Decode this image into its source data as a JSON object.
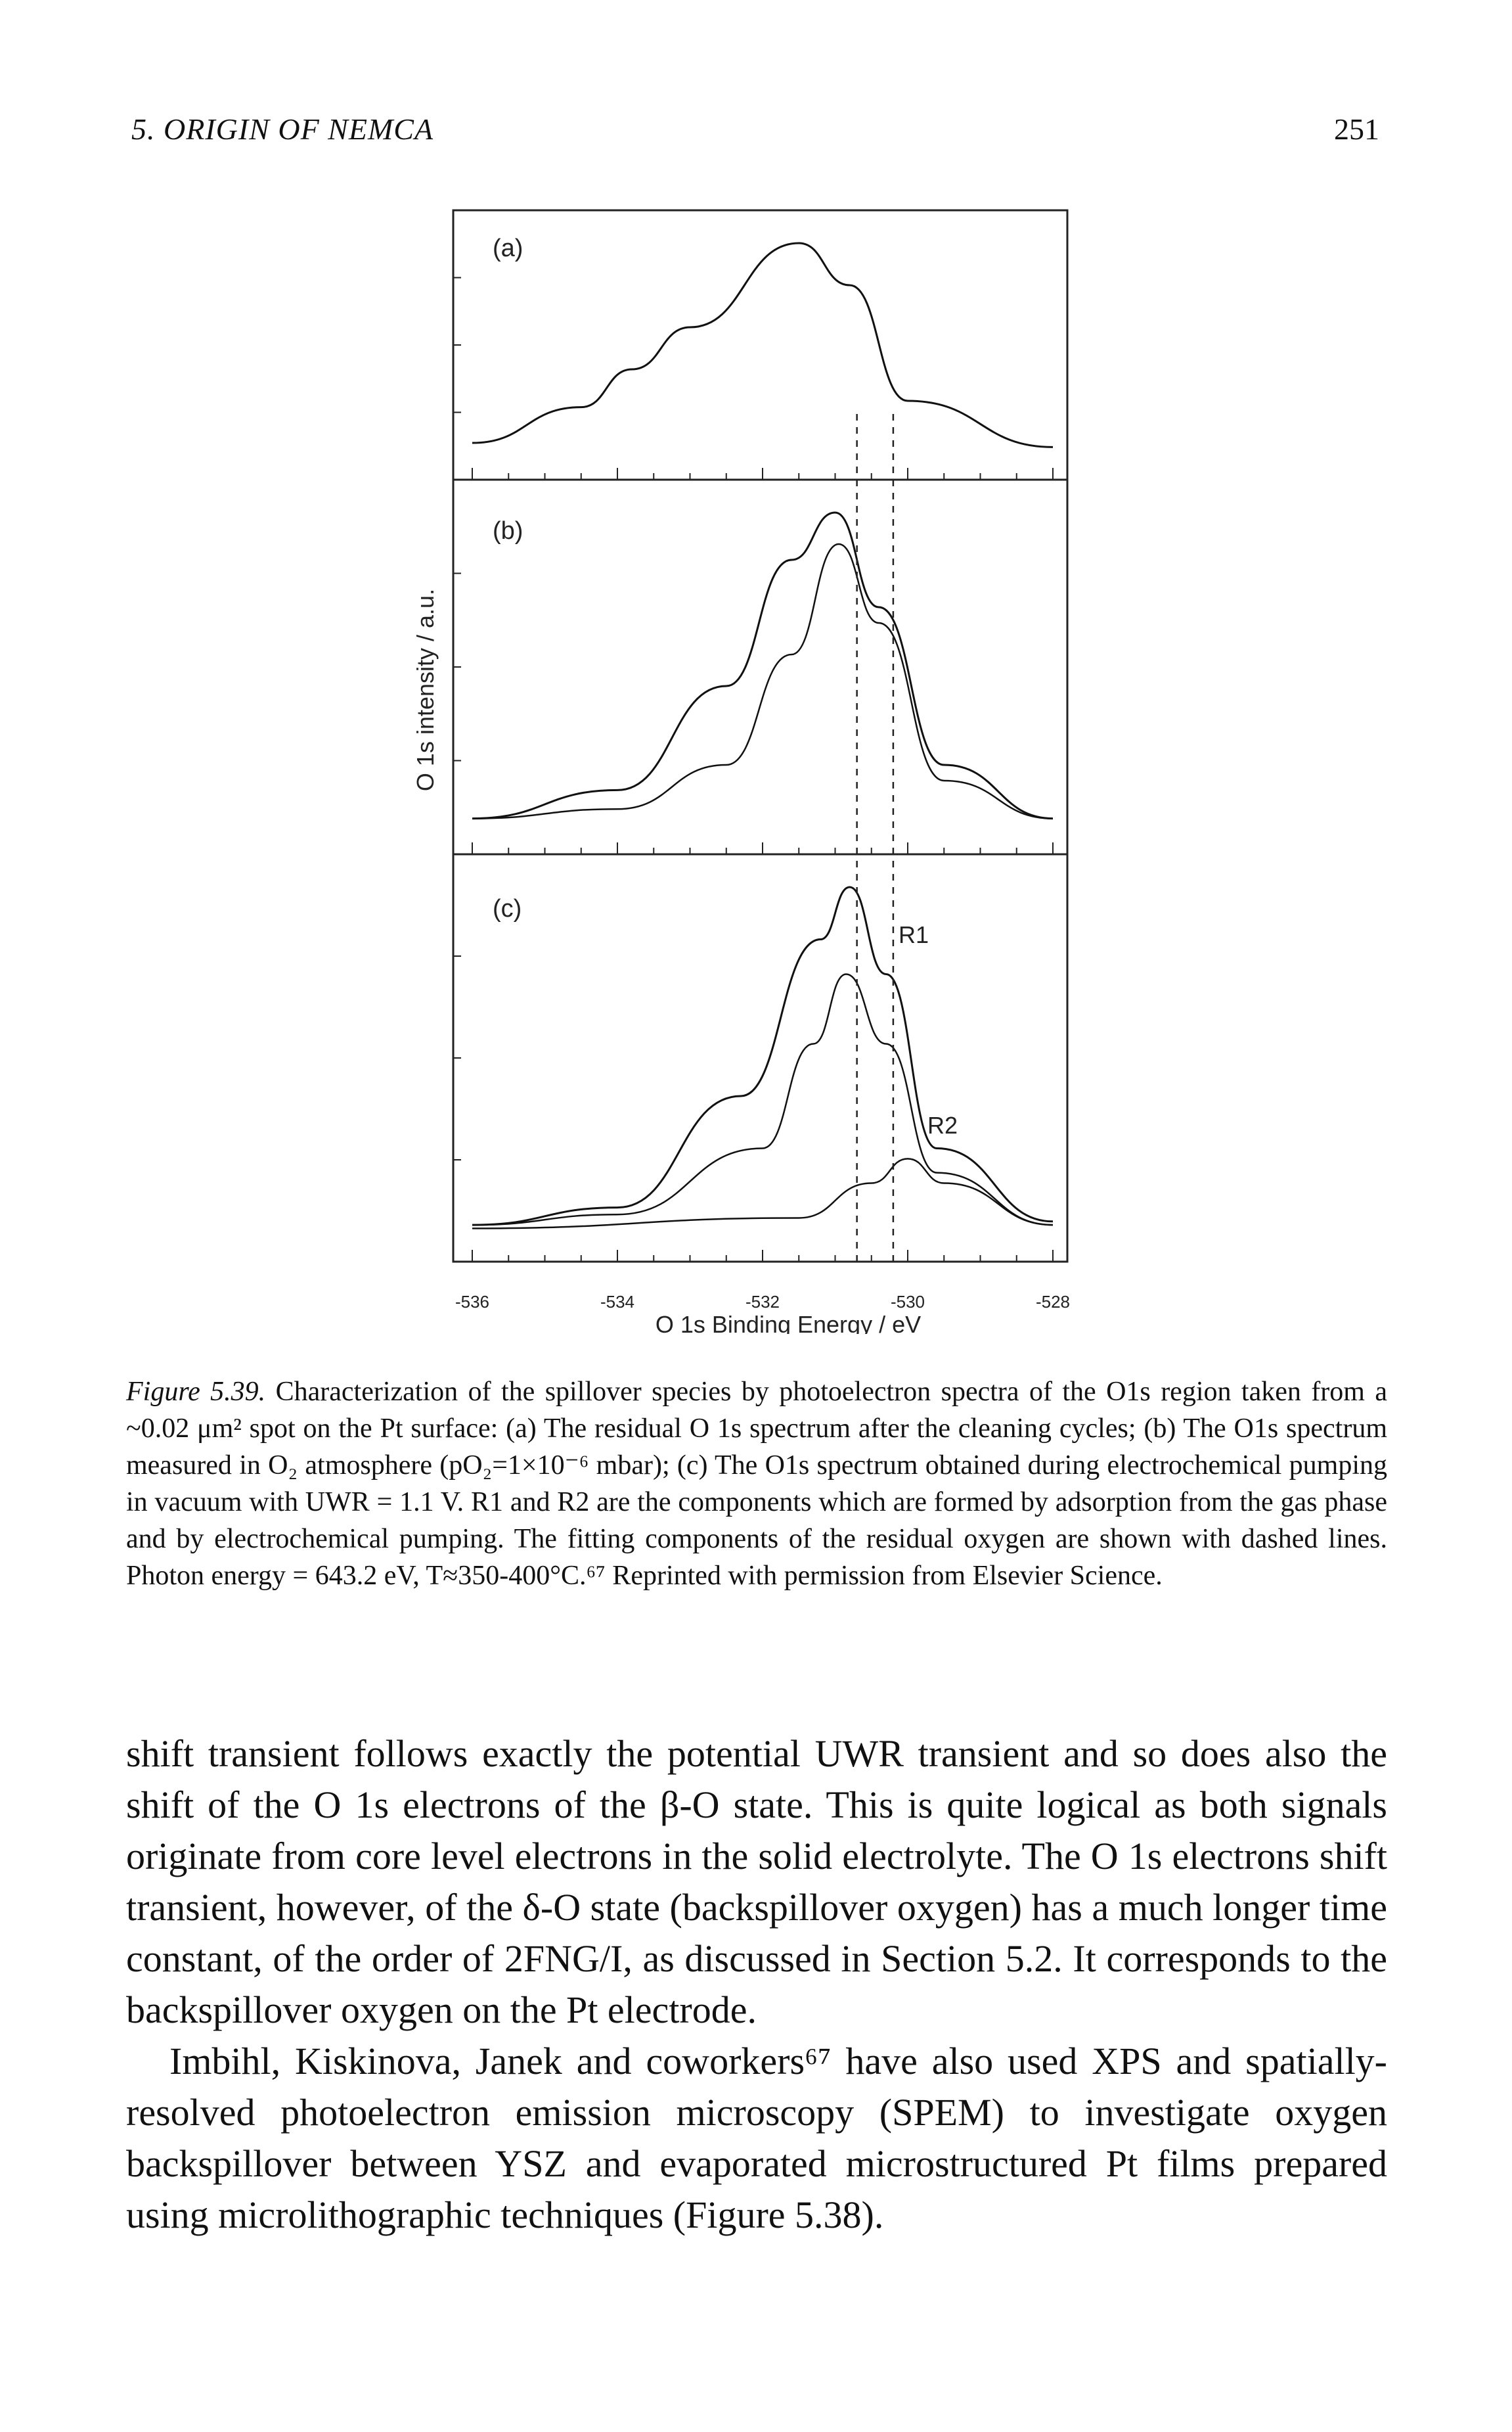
{
  "header": {
    "running_title": "5.  ORIGIN OF NEMCA",
    "page_number": "251"
  },
  "figure": {
    "panel_labels": [
      "(a)",
      "(b)",
      "(c)"
    ],
    "ylabel": "O 1s intensity / a.u.",
    "xlabel": "O 1s Binding Energy / eV",
    "xticks": [
      "-536",
      "-534",
      "-532",
      "-530",
      "-528"
    ],
    "peak_labels": [
      "R1",
      "R2"
    ]
  },
  "chart_data": {
    "type": "line",
    "xlabel": "O 1s Binding Energy / eV",
    "ylabel": "O 1s intensity / a.u.",
    "xlim": [
      -536,
      -528
    ],
    "xticks": [
      -536,
      -534,
      -532,
      -530,
      -528
    ],
    "panels": [
      {
        "label": "(a)",
        "series": [
          {
            "values": [
              [
                -536,
                0.05
              ],
              [
                -534.5,
                0.22
              ],
              [
                -533.8,
                0.4
              ],
              [
                -533,
                0.6
              ],
              [
                -531.5,
                1.0
              ],
              [
                -530.8,
                0.8
              ],
              [
                -530,
                0.25
              ],
              [
                -528,
                0.03
              ]
            ]
          }
        ]
      },
      {
        "label": "(b)",
        "series": [
          {
            "values": [
              [
                -536,
                0.03
              ],
              [
                -534,
                0.12
              ],
              [
                -532.5,
                0.45
              ],
              [
                -531.6,
                0.85
              ],
              [
                -531,
                1.0
              ],
              [
                -530.4,
                0.7
              ],
              [
                -529.5,
                0.2
              ],
              [
                -528,
                0.03
              ]
            ]
          },
          {
            "values": [
              [
                -536,
                0.03
              ],
              [
                -534,
                0.06
              ],
              [
                -532.5,
                0.2
              ],
              [
                -531.6,
                0.55
              ],
              [
                -530.95,
                0.9
              ],
              [
                -530.4,
                0.65
              ],
              [
                -529.5,
                0.15
              ],
              [
                -528,
                0.03
              ]
            ]
          }
        ]
      },
      {
        "label": "(c)",
        "series": [
          {
            "name": "R1",
            "values": [
              [
                -536,
                0.03
              ],
              [
                -534,
                0.08
              ],
              [
                -532.3,
                0.4
              ],
              [
                -531.2,
                0.85
              ],
              [
                -530.8,
                1.0
              ],
              [
                -530.3,
                0.75
              ],
              [
                -529.6,
                0.25
              ],
              [
                -528,
                0.04
              ]
            ]
          },
          {
            "values": [
              [
                -536,
                0.03
              ],
              [
                -534,
                0.06
              ],
              [
                -532,
                0.25
              ],
              [
                -531.3,
                0.55
              ],
              [
                -530.85,
                0.75
              ],
              [
                -530.3,
                0.55
              ],
              [
                -529.6,
                0.18
              ],
              [
                -528,
                0.03
              ]
            ]
          },
          {
            "name": "R2",
            "values": [
              [
                -536,
                0.02
              ],
              [
                -531.5,
                0.05
              ],
              [
                -530.5,
                0.15
              ],
              [
                -530,
                0.22
              ],
              [
                -529.5,
                0.15
              ],
              [
                -528,
                0.03
              ]
            ]
          }
        ]
      }
    ]
  },
  "caption": {
    "label": "Figure 5.39.",
    "text": "Characterization of the spillover species by photoelectron spectra of the O1s region taken from a ~0.02 μm² spot on the Pt surface: (a) The residual O 1s spectrum after the cleaning cycles; (b) The O1s spectrum measured in O₂ atmosphere (pO₂=1×10⁻⁶ mbar); (c) The O1s spectrum obtained during electrochemical pumping in vacuum with UWR = 1.1 V. R1 and R2 are the components which are formed by adsorption from the gas phase and by electrochemical pumping. The fitting components of the residual oxygen are shown with dashed lines. Photon energy = 643.2 eV, T≈350-400°C.⁶⁷ Reprinted with permission from Elsevier Science."
  },
  "body": {
    "p1": "shift transient follows exactly the potential UWR transient and so does also the shift of the O 1s electrons of the β-O state. This is quite logical as both signals originate from core level electrons in the solid electrolyte. The O 1s electrons shift transient, however, of the δ-O state (backspillover oxygen) has a much longer time constant, of the order of 2FNG/I, as discussed in Section 5.2. It corresponds to the backspillover oxygen on the Pt electrode.",
    "p2": "Imbihl, Kiskinova, Janek and coworkers⁶⁷ have also used XPS and spatially-resolved photoelectron emission microscopy (SPEM) to investigate oxygen backspillover between YSZ and evaporated microstructured Pt films prepared using microlithographic techniques (Figure 5.38)."
  }
}
